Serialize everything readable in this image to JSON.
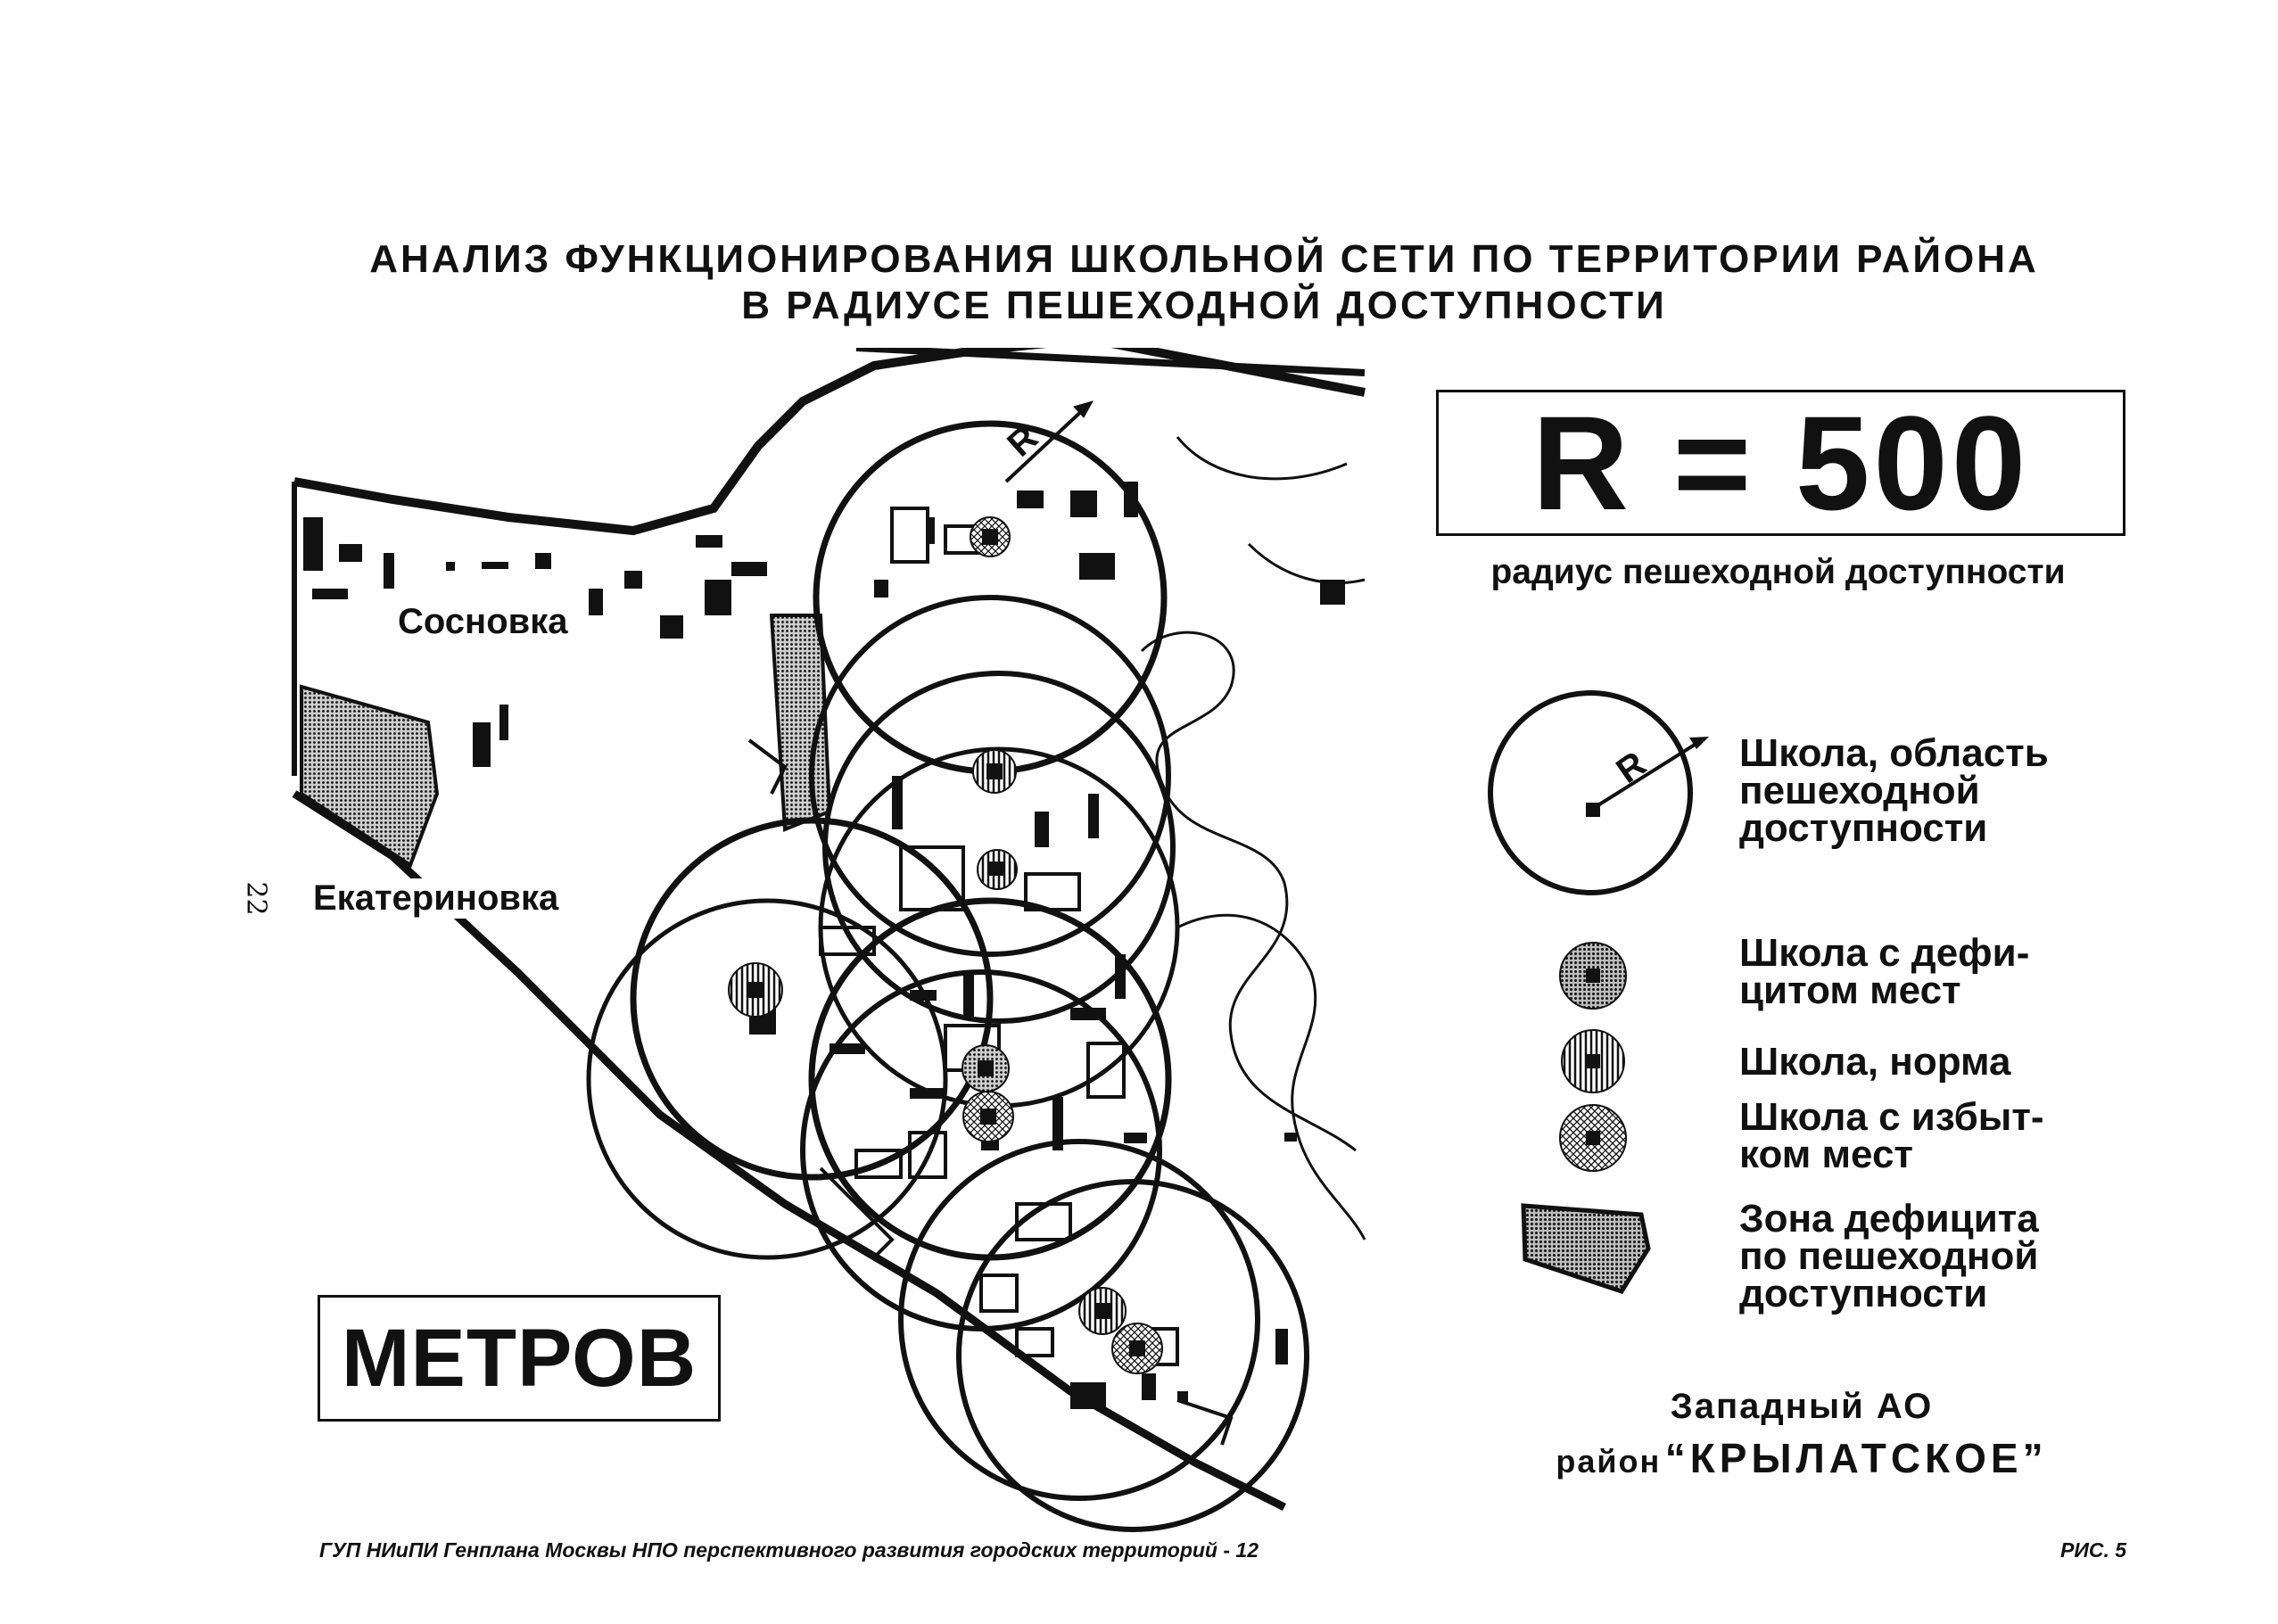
{
  "title": {
    "line1": "АНАЛИЗ ФУНКЦИОНИРОВАНИЯ ШКОЛЬНОЙ СЕТИ ПО ТЕРРИТОРИИ РАЙОНА",
    "line2": "В РАДИУСЕ ПЕШЕХОДНОЙ ДОСТУПНОСТИ"
  },
  "map": {
    "places": [
      "Сосновка",
      "Екатериновка"
    ],
    "radius_letter": "R",
    "units_label": "МЕТРОВ",
    "page_number": "22"
  },
  "radius": {
    "value_text": "R = 500",
    "label": "радиус пешеходной доступности"
  },
  "legend": {
    "items": [
      {
        "icon": "school-area-circle-icon",
        "lines": [
          "Школа, область",
          "пешеходной",
          "доступности"
        ]
      },
      {
        "icon": "school-deficit-icon",
        "lines": [
          "Школа с дефи-",
          "цитом мест"
        ]
      },
      {
        "icon": "school-normal-icon",
        "lines": [
          "Школа, норма"
        ]
      },
      {
        "icon": "school-surplus-icon",
        "lines": [
          "Школа с избыт-",
          "ком мест"
        ]
      },
      {
        "icon": "deficit-zone-icon",
        "lines": [
          "Зона дефицита",
          "по пешеходной",
          "доступности"
        ]
      }
    ]
  },
  "district": {
    "okrug": "Западный АО",
    "prefix": "район",
    "name": "“КРЫЛАТСКОЕ”"
  },
  "footer": {
    "left": "ГУП НИиПИ Генплана Москвы  НПО перспективного развития городских территорий - 12",
    "right": "РИС. 5"
  },
  "colors": {
    "ink": "#111111",
    "paper": "#ffffff"
  }
}
